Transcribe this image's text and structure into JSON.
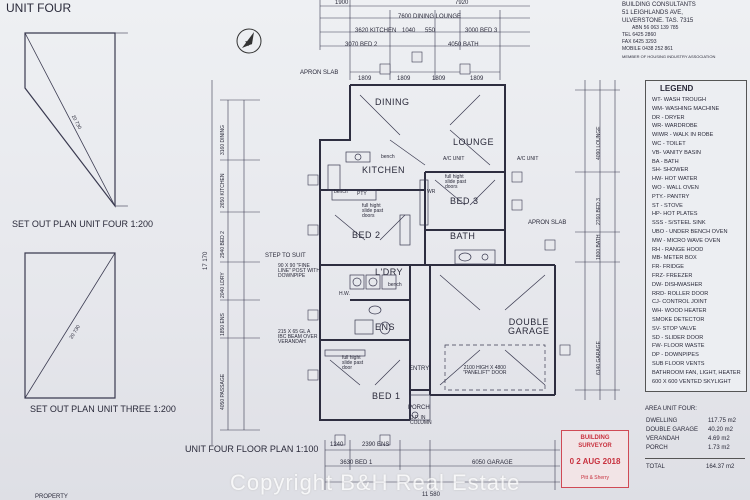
{
  "title_unit_four": "UNIT FOUR",
  "set_out_four": "SET OUT PLAN UNIT FOUR 1:200",
  "set_out_three": "SET OUT PLAN UNIT THREE 1:200",
  "floor_plan_title": "UNIT FOUR FLOOR PLAN 1:100",
  "set_out_dims": {
    "four": "20 730",
    "three": "20 730"
  },
  "consultant": {
    "name": "BUILDING CONSULTANTS",
    "address": "51 LEIGHLANDS AVE,",
    "city": "ULVERSTONE. TAS. 7315",
    "abn": "ABN 56 063 139 785",
    "tel": "TEL 6425 2860",
    "fax": "FAX 6425 3293",
    "mobile": "MOBILE 0438 252 861",
    "member": "MEMBER OF HOUSING INDUSTRY ASSOCIATION"
  },
  "legend": {
    "title": "LEGEND",
    "items": [
      "WT- WASH TROUGH",
      "WM- WASHING MACHINE",
      "DR - DRYER",
      "WR- WARDROBE",
      "WIWR - WALK IN ROBE",
      "WC - TOILET",
      "VB- VANITY BASIN",
      "BA - BATH",
      "SH- SHOWER",
      "HW- HOT WATER",
      "WO - WALL OVEN",
      "PTY.- PANTRY",
      "ST - STOVE",
      "HP- HOT PLATES",
      "SSS - S/STEEL SINK",
      "UBO - UNDER BENCH OVEN",
      "MW - MICRO WAVE OVEN",
      "RH - RANGE HOOD",
      "MB- METER BOX",
      "FR- FRIDGE",
      "FRZ- FREEZER",
      "DW- DISHWASHER",
      "RRD- ROLLER DOOR",
      "CJ- CONTROL JOINT",
      "WH- WOOD HEATER",
      "SMOKE DETECTOR",
      "SV- STOP VALVE",
      "SD - SLIDER DOOR",
      "FW- FLOOR WASTE",
      "DP - DOWNPIPES",
      "SUB FLOOR VENTS",
      "BATHROOM FAN, LIGHT, HEATER",
      "600 X 600 VENTED SKYLIGHT"
    ]
  },
  "area": {
    "title": "AREA UNIT FOUR:",
    "rows": [
      {
        "label": "DWELLING",
        "value": "117.75 m2"
      },
      {
        "label": "DOUBLE GARAGE",
        "value": "40.20 m2"
      },
      {
        "label": "VERANDAH",
        "value": "4.69 m2"
      },
      {
        "label": "PORCH",
        "value": "1.73 m2"
      }
    ],
    "total_label": "TOTAL",
    "total_value": "164.37 m2"
  },
  "stamp": {
    "line1": "BUILDING",
    "line2": "SURVEYOR",
    "date": "0 2 AUG 2018",
    "sign": "Pitt & Sherry"
  },
  "rooms": {
    "dining": "DINING",
    "lounge": "LOUNGE",
    "kitchen": "KITCHEN",
    "bed3": "BED 3",
    "bed2": "BED 2",
    "bath": "BATH",
    "ldry": "L'DRY",
    "ens": "ENS",
    "double_garage": "DOUBLE\nGARAGE",
    "bed1": "BED 1",
    "entry": "ENTRY",
    "porch": "PORCH"
  },
  "notes": {
    "apron_slab_top": "APRON SLAB",
    "apron_slab_right": "APRON SLAB",
    "ac_unit_1": "A/C UNIT",
    "ac_unit_2": "A/C UNIT",
    "bench1": "bench",
    "bench2": "bench",
    "bench3": "bench",
    "pty": "PTY",
    "slide1": "full hight\nslide past\ndoors",
    "slide2": "full hight\nslide past\ndoors",
    "slide3": "full hight\nslide past\ndoor",
    "step_to_suit": "STEP TO SUIT",
    "post": "90 X 90 \"FINE\nLINE\" POST WITH\nDOWNPIPE",
    "beam": "215 X 65 GL A\nIBC BEAM OVER\nVERANDAH",
    "garage_door": "2100 HIGH X 4800\n\"PANELIFT\" DOOR",
    "dp_in_column": "D.P. IN\nCOLUMN",
    "wr": "WR",
    "hw": "H.W."
  },
  "dims_top": {
    "overall": "7920",
    "d1": "1900",
    "d2": "7600 DINING LOUNGE",
    "d3": "3620 KITCHEN",
    "d4": "1040",
    "d5": "550",
    "d6": "3000 BED 3",
    "d7": "3070 BED 2",
    "d8": "4050 BATH",
    "d9": "1809",
    "d10": "1809",
    "d11": "1809",
    "d12": "1809"
  },
  "dims_left": [
    "3160 DINING",
    "2650 KITCHEN",
    "2940 BED 2",
    "2040 LDRY",
    "1850 ENS",
    "4050 PASSAGE"
  ],
  "dims_right": [
    "4090 LOUNGE",
    "2760 BED 3",
    "1800 BATH",
    "6140 GARAGE"
  ],
  "dims_bottom": {
    "d1": "1240",
    "d2": "2390 ENS",
    "d3": "3630 BED 1",
    "d4": "6050 GARAGE",
    "overall": "11 580"
  },
  "dims_left_overall": "17 170",
  "watermark": "Copyright B&H Real Estate",
  "bottom_cut": "PROPERTY"
}
